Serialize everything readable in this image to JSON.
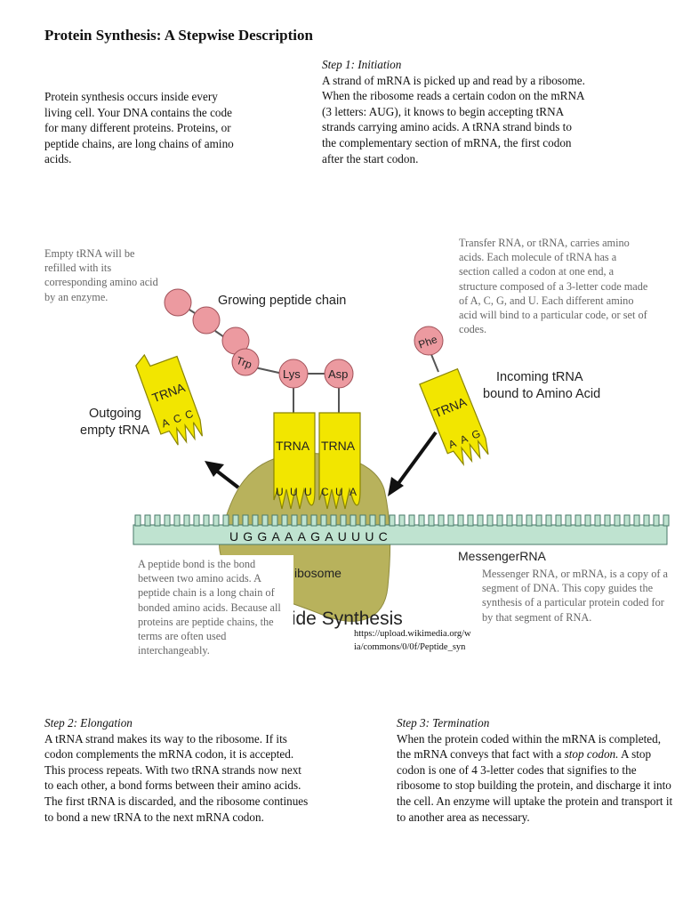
{
  "title": "Protein Synthesis: A Stepwise Description",
  "intro": "Protein synthesis occurs inside every living cell. Your DNA contains the code for many different proteins. Proteins, or peptide chains, are long chains of amino acids.",
  "step1": {
    "heading": "Step 1: Initiation",
    "body": "A strand of mRNA is picked up and read by a ribosome. When the ribosome reads a certain codon on the mRNA (3 letters: AUG), it knows to begin accepting tRNA strands carrying amino acids. A tRNA strand binds to the complementary section of mRNA, the first codon after the start codon."
  },
  "notes": {
    "empty_trna": "Empty tRNA will be refilled with its corresponding amino acid by an enzyme.",
    "transfer_rna": "Transfer RNA, or tRNA, carries amino acids. Each molecule of tRNA has a section called a codon at one end, a structure composed of a 3-letter code made of A, C, G, and U. Each different amino acid will bind to a particular code, or set of codes.",
    "peptide_bond": "A peptide bond is the bond between two amino acids. A peptide chain is a long chain of bonded amino acids. Because all proteins are peptide chains, the terms are often used interchangeably.",
    "messenger_rna": "Messenger RNA, or mRNA, is a copy of a segment of DNA. This copy guides the synthesis of a particular protein coded for by that segment of RNA."
  },
  "diagram": {
    "growing_chain": "Growing peptide chain",
    "outgoing_line1": "Outgoing",
    "outgoing_line2": "empty tRNA",
    "incoming_line1": "Incoming  tRNA",
    "incoming_line2": "bound to Amino Acid",
    "trna": "TRNA",
    "aa_trp": "Trp",
    "aa_lys": "Lys",
    "aa_asp": "Asp",
    "aa_phe": "Phe",
    "out_anticodon": [
      "A",
      "C",
      "C"
    ],
    "lys_anticodon": [
      "U",
      "U",
      "U"
    ],
    "asp_anticodon": [
      "C",
      "U",
      "A"
    ],
    "in_anticodon": [
      "A",
      "A",
      "G"
    ],
    "mrna_sequence": "UGGAAAGAUUUC",
    "messenger_label": "MessengerRNA",
    "ribosome_label": "ibosome",
    "caption": "tide Synthesis",
    "url_line1": "https://upload.wikimedia.org/w",
    "url_line2": "ia/commons/0/0f/Peptide_syn"
  },
  "step2": {
    "heading": "Step 2: Elongation",
    "body": "A tRNA strand makes its way to the ribosome. If its codon complements the mRNA codon, it is accepted. This process repeats. With two tRNA strands now next to each other, a bond forms between their amino acids. The first tRNA is discarded, and the ribosome continues to bond a new tRNA to the next mRNA codon."
  },
  "step3": {
    "heading": "Step 3: Termination",
    "body_pre": "When the protein coded within the mRNA is completed, the mRNA conveys that fact with a ",
    "body_em1": "stop codon.",
    "body_mid": " A stop codon is one of 4 3-letter codes that signifies to the ribosome to stop building the protein, and discharge it into the cell. An enzyme will uptake the protein and transport it to another area as necessary."
  },
  "colors": {
    "trna_yellow": "#f2e600",
    "amino_pink": "#ec9aa0",
    "mrna_green": "#bfe3d0",
    "ribosome_olive": "#b8b25c"
  }
}
